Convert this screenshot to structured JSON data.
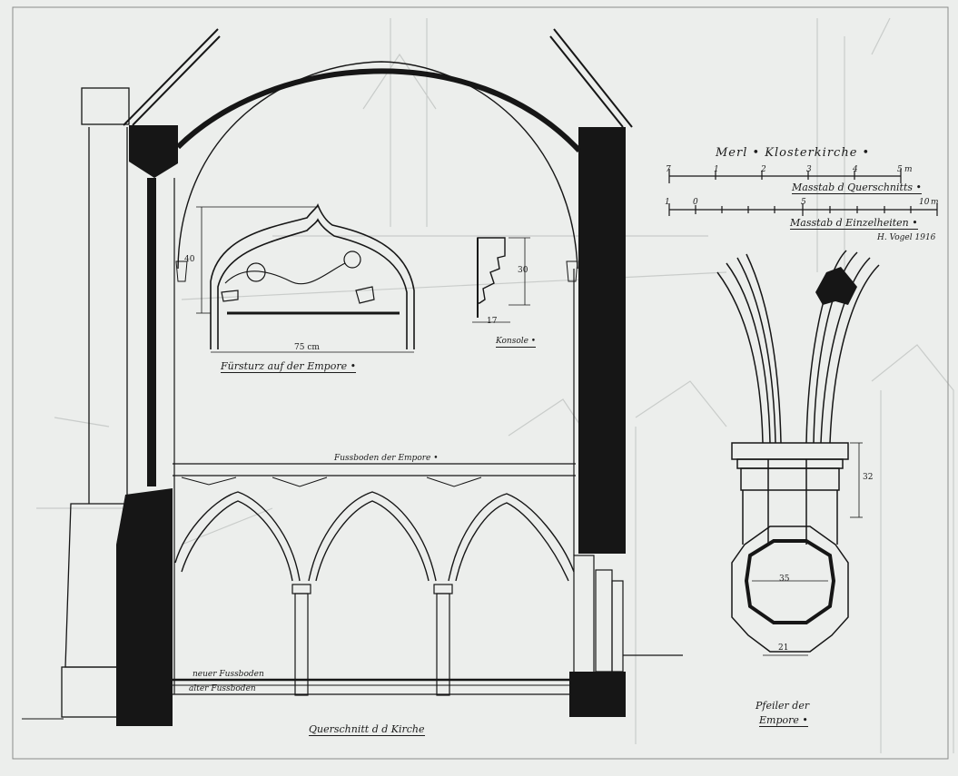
{
  "title": "Merl • Klosterkirche •",
  "scales": {
    "section_label": "Masstab d Querschnitts •",
    "section_ticks": [
      "7",
      "1",
      "2",
      "3",
      "4",
      "5"
    ],
    "section_end_suffix": "m",
    "detail_label": "Masstab d Einzelheiten •",
    "detail_ticks": [
      "1",
      "0",
      "5"
    ],
    "detail_end": "10",
    "detail_end_suffix": "m",
    "signature": "H. Vogel 1916"
  },
  "views": {
    "main_section": "Querschnitt d d Kirche",
    "parapet": "Fürsturz auf der Empore •",
    "console": "Konsole •",
    "pillar_line1": "Pfeiler der",
    "pillar_line2": "Empore •"
  },
  "levels": {
    "gallery_floor": "Fussboden der Empore •",
    "new_floor": "neuer Fussboden",
    "old_floor": "alter Fussboden"
  },
  "dimensions": {
    "parapet_height": "40",
    "parapet_width": "75 cm",
    "console_height": "30",
    "console_width": "17",
    "pillar_height": "32",
    "pillar_diameter": "35",
    "pillar_base_width": "21"
  },
  "colors": {
    "paper": "#eceeec",
    "ink": "#161616",
    "ghost": "#c9ccca"
  }
}
